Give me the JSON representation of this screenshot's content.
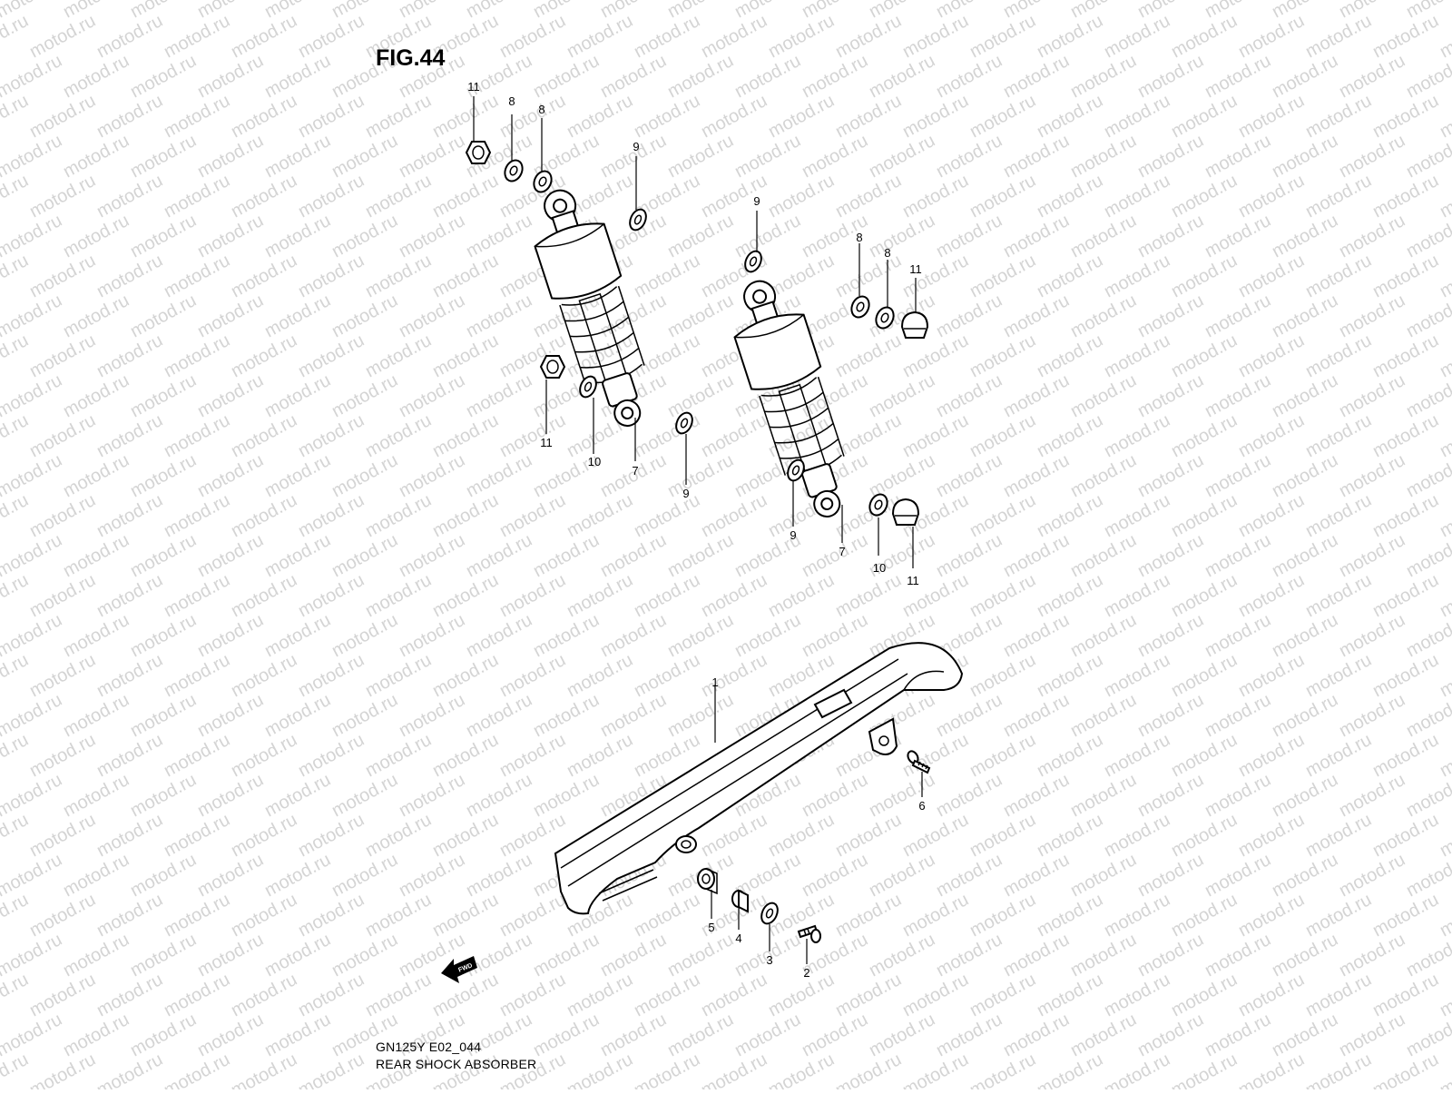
{
  "figure": {
    "title": "FIG.44",
    "model_code": "GN125Y E02_044",
    "section_name": "REAR SHOCK ABSORBER"
  },
  "watermark": {
    "text": "motod.ru"
  },
  "fwd_arrow": {
    "label": "FWD"
  },
  "callouts": [
    {
      "id": "c11a",
      "label": "11"
    },
    {
      "id": "c8a",
      "label": "8"
    },
    {
      "id": "c8b",
      "label": "8"
    },
    {
      "id": "c9a",
      "label": "9"
    },
    {
      "id": "c11b",
      "label": "11"
    },
    {
      "id": "c10a",
      "label": "10"
    },
    {
      "id": "c7a",
      "label": "7"
    },
    {
      "id": "c9b",
      "label": "9"
    },
    {
      "id": "c9c",
      "label": "9"
    },
    {
      "id": "c8c",
      "label": "8"
    },
    {
      "id": "c8d",
      "label": "8"
    },
    {
      "id": "c11c",
      "label": "11"
    },
    {
      "id": "c9d",
      "label": "9"
    },
    {
      "id": "c7b",
      "label": "7"
    },
    {
      "id": "c10b",
      "label": "10"
    },
    {
      "id": "c11d",
      "label": "11"
    },
    {
      "id": "c1",
      "label": "1"
    },
    {
      "id": "c6",
      "label": "6"
    },
    {
      "id": "c5",
      "label": "5"
    },
    {
      "id": "c4",
      "label": "4"
    },
    {
      "id": "c3",
      "label": "3"
    },
    {
      "id": "c2",
      "label": "2"
    }
  ]
}
